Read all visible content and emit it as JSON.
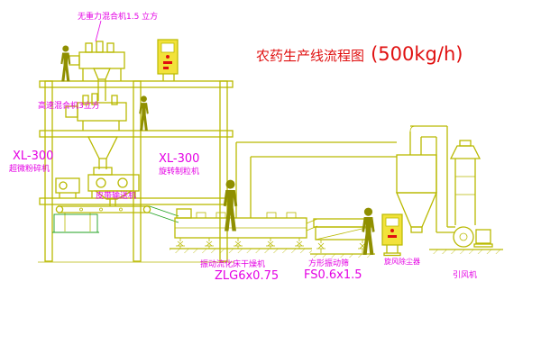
{
  "title": {
    "name": "农药生产线流程图",
    "capacity": "(500kg/h)"
  },
  "labels": {
    "gravity_mixer": "无重力混合机1.5 立方",
    "high_speed_mixer": "高速混合机3立方",
    "pulverizer_model": "XL-300",
    "pulverizer_name": "超微粉碎机",
    "granulator_model": "XL-300",
    "granulator_name": "旋转制粒机",
    "belt_conveyor": "皮带输送机",
    "dryer_name": "振动流化床干燥机",
    "dryer_model": "ZLG6x0.75",
    "sieve_name": "方形振动筛",
    "sieve_model": "FS0.6x1.5",
    "cyclone": "旋风除尘器",
    "fan": "引风机"
  },
  "colors": {
    "background": "#ffffff",
    "line": "#b9b900",
    "fill_panel": "#f2e23a",
    "accent_red": "#e01010",
    "label_magenta": "#e400e4",
    "green": "#1fa11f",
    "figure": "#8f8f00"
  }
}
